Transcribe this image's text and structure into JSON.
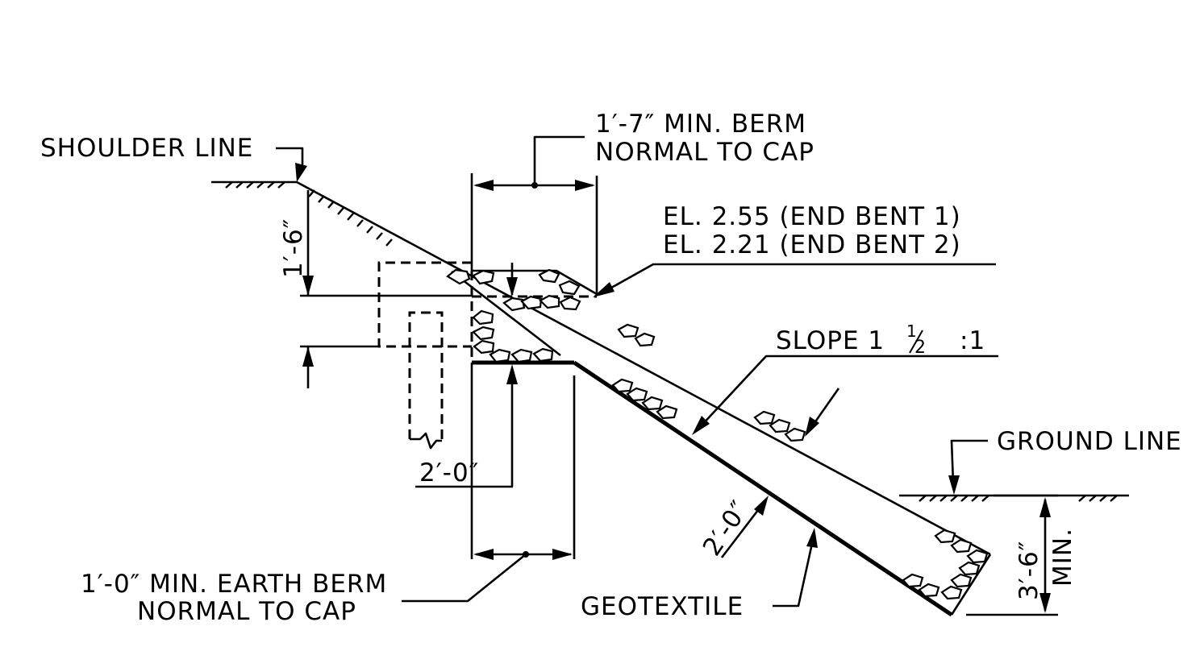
{
  "labels": {
    "shoulder_line": "SHOULDER LINE",
    "berm_top_1": "1′-7″ MIN. BERM",
    "berm_top_2": "NORMAL TO CAP",
    "elev_1": "EL. 2.55 (END BENT 1)",
    "elev_2": "EL. 2.21 (END BENT 2)",
    "slope_prefix": "SLOPE 1",
    "slope_num": "1",
    "slope_den": "2",
    "slope_suffix": ":1",
    "ground_line": "GROUND LINE",
    "dim_1_6": "1′-6″",
    "dim_2_0_cap": "2′-0″",
    "dim_2_0_slope": "2′-0″",
    "dim_3_6": "3′-6″",
    "dim_min": "MIN.",
    "earth_berm_1": "1′-0″ MIN. EARTH BERM",
    "earth_berm_2": "NORMAL TO CAP",
    "geotextile": "GEOTEXTILE"
  }
}
